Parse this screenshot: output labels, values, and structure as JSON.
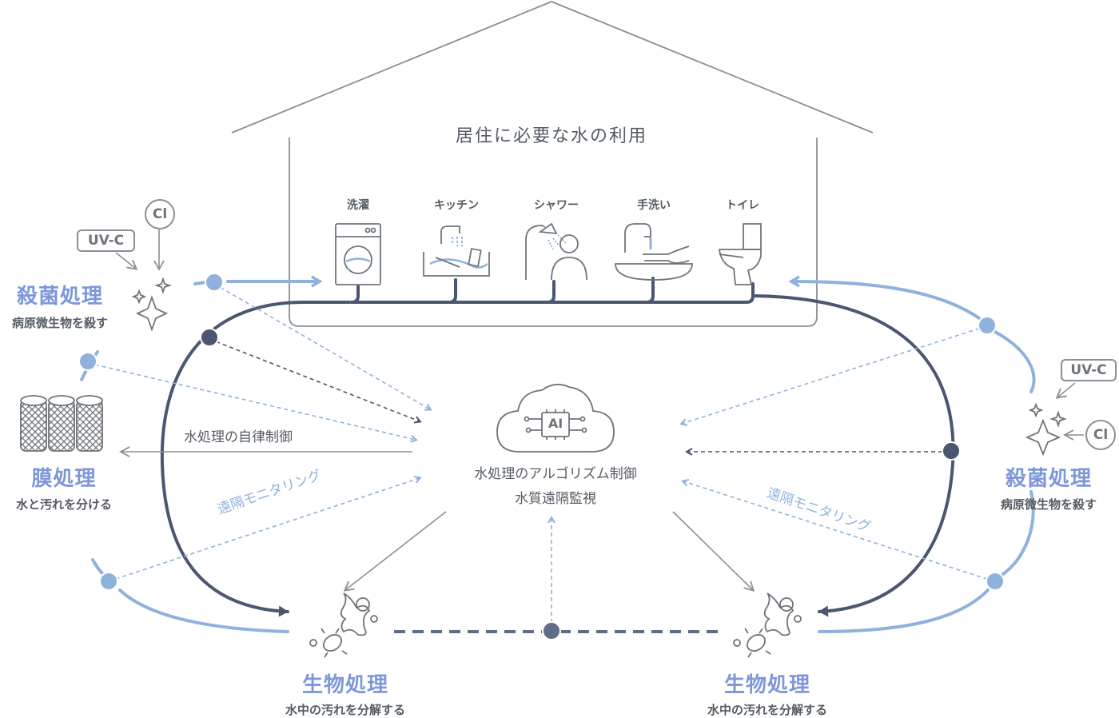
{
  "house": {
    "title": "居住に必要な水の利用",
    "fixtures": [
      "洗濯",
      "キッチン",
      "シャワー",
      "手洗い",
      "トイレ"
    ]
  },
  "left_disinfection": {
    "title": "殺菌処理",
    "subtitle": "病原微生物を殺す",
    "uv_tag": "UV-C",
    "cl_tag": "Cl"
  },
  "right_disinfection": {
    "title": "殺菌処理",
    "subtitle": "病原微生物を殺す",
    "uv_tag": "UV-C",
    "cl_tag": "Cl"
  },
  "membrane": {
    "title": "膜処理",
    "subtitle": "水と汚れを分ける"
  },
  "bio_left": {
    "title": "生物処理",
    "subtitle": "水中の汚れを分解する"
  },
  "bio_right": {
    "title": "生物処理",
    "subtitle": "水中の汚れを分解する"
  },
  "center": {
    "ai_label": "AI",
    "line1": "水処理のアルゴリズム制御",
    "line2": "水質遠隔監視"
  },
  "autonomous_control": "水処理の自律制御",
  "remote_monitoring_left": "遠隔モニタリング",
  "remote_monitoring_right": "遠隔モニタリング",
  "colors": {
    "dark_flow": "#4b5670",
    "light_flow": "#8fb2dc",
    "accent_text": "#7d97d9",
    "gray": "#8a8f96"
  }
}
